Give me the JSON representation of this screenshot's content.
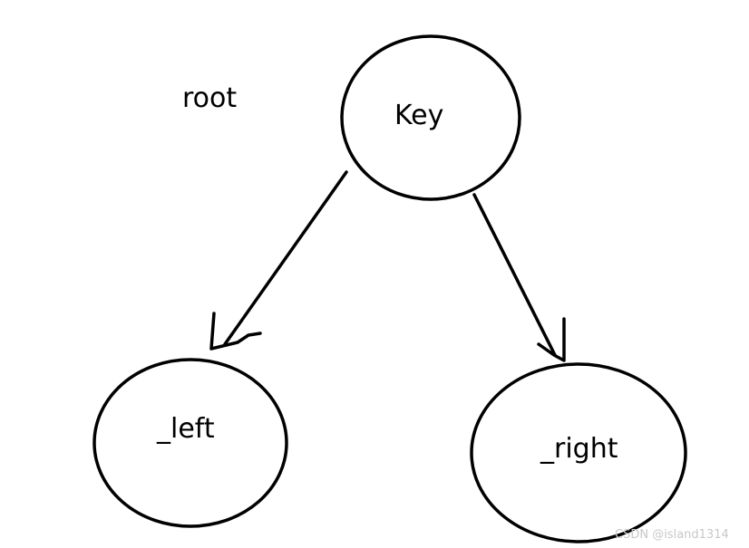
{
  "root_label": "root",
  "nodes": {
    "key": {
      "label": "Key"
    },
    "left": {
      "label": "_left"
    },
    "right": {
      "label": "_right"
    }
  },
  "watermark": "CSDN @island1314",
  "colors": {
    "stroke": "#000000",
    "background": "#ffffff",
    "watermark": "#c8c8c8"
  }
}
